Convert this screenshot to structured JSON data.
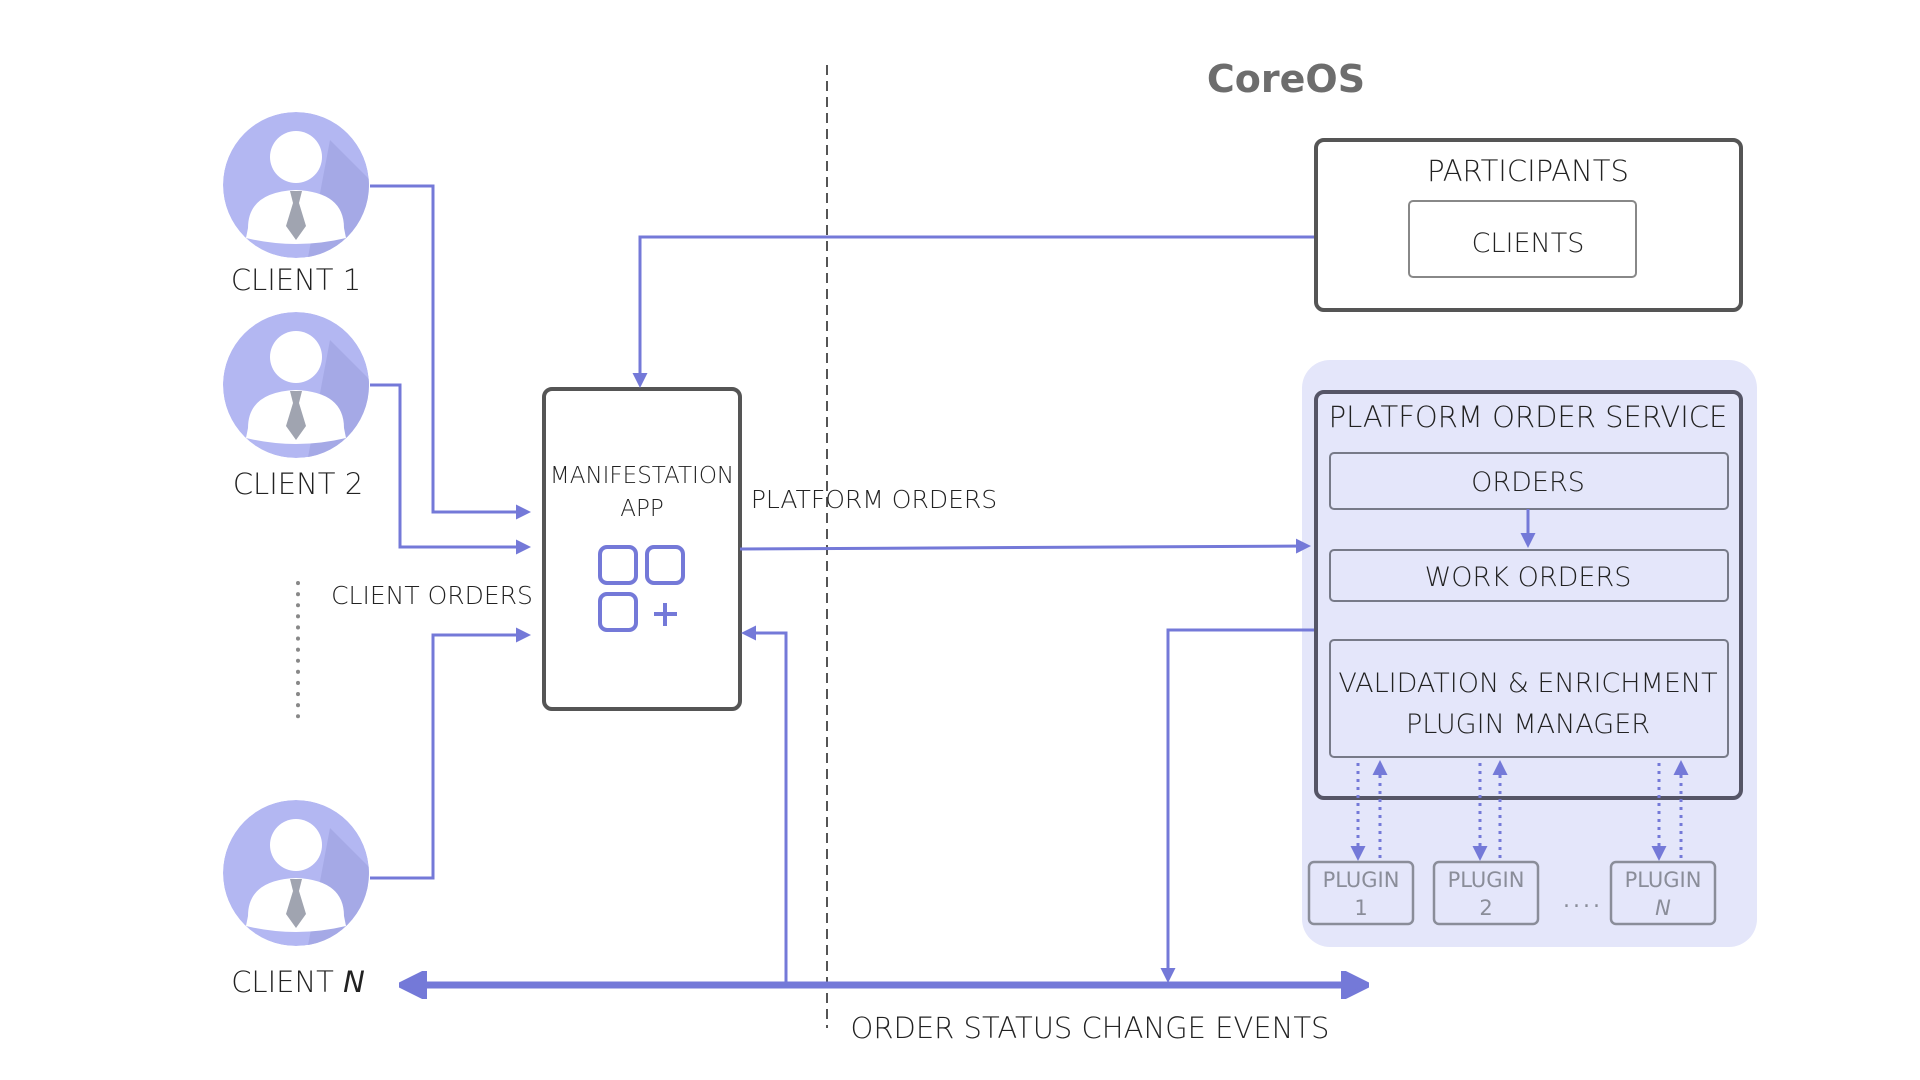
{
  "title": "CoreOS",
  "clients": [
    {
      "label": "CLIENT 1",
      "italic_suffix": ""
    },
    {
      "label": "CLIENT 2",
      "italic_suffix": ""
    },
    {
      "label": "CLIENT ",
      "italic_suffix": "N"
    }
  ],
  "labels": {
    "client_orders": "CLIENT ORDERS",
    "platform_orders": "PLATFORM ORDERS",
    "order_status_events": "ORDER STATUS CHANGE EVENTS"
  },
  "manifestation_app": {
    "line1": "MANIFESTATION",
    "line2": "APP",
    "icon": "apps-add-icon"
  },
  "participants": {
    "title": "PARTICIPANTS",
    "child": "CLIENTS"
  },
  "platform_order_service": {
    "title": "PLATFORM ORDER SERVICE",
    "orders": "ORDERS",
    "work_orders": "WORK ORDERS",
    "plugin_manager_line1": "VALIDATION & ENRICHMENT",
    "plugin_manager_line2": "PLUGIN MANAGER"
  },
  "plugins": [
    {
      "line1": "PLUGIN",
      "line2": "1",
      "italic": false
    },
    {
      "line1": "PLUGIN",
      "line2": "2",
      "italic": false
    },
    {
      "line1": "PLUGIN",
      "line2": "N",
      "italic": true
    }
  ],
  "plugins_ellipsis": "....",
  "colors": {
    "flow": "#7479d8",
    "avatar_circle": "#b3b7f2",
    "avatar_shade": "#a5a9e6",
    "tie": "#a0a4b0",
    "box_border": "#555555",
    "service_bg": "#e4e6fa",
    "title_text": "#6d6d6d"
  }
}
